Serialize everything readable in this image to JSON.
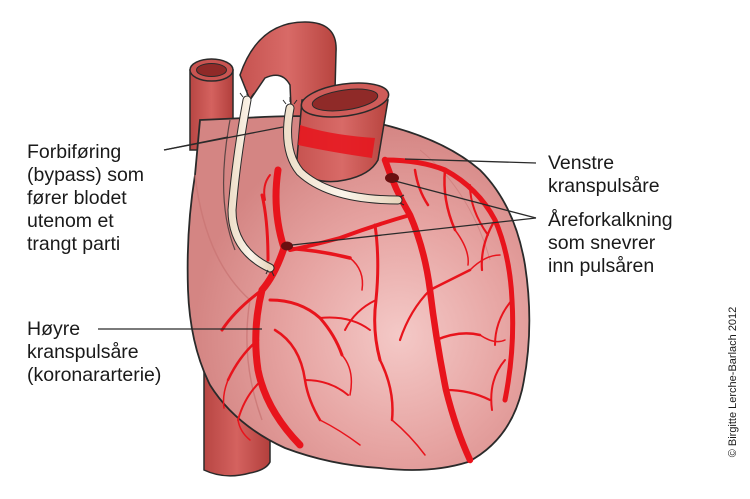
{
  "labels": {
    "bypass": [
      "Forbiføring",
      "(bypass) som",
      "fører blodet",
      "utenom et",
      "trangt parti"
    ],
    "left_coronary": [
      "Venstre",
      "kranspulsåre"
    ],
    "plaque": [
      "Åreforkalkning",
      "som snevrer",
      "inn pulsåren"
    ],
    "right_coronary": [
      "Høyre",
      "kranspulsåre",
      "(koronararterie)"
    ]
  },
  "copyright": "© Birgitte Lerche-Barlach 2012",
  "colors": {
    "heart_fill": "#e8a4a2",
    "heart_shadow": "#c97674",
    "vessel_fill": "#c8524f",
    "vessel_dark": "#a23a38",
    "artery": "#e8141c",
    "graft": "#f7ecdc",
    "outline": "#2a2a2a"
  }
}
